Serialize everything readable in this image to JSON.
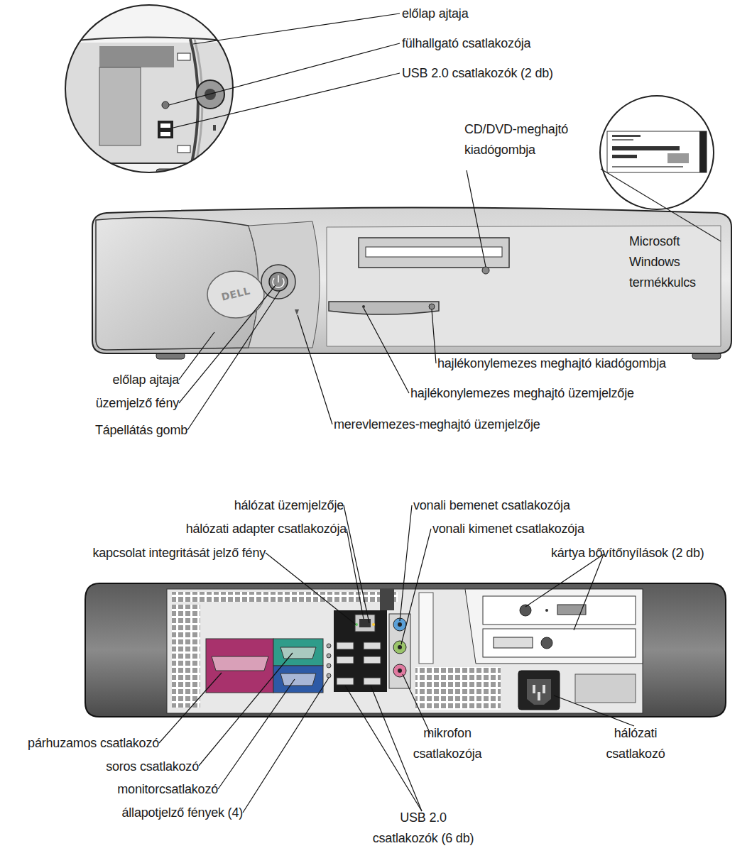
{
  "diagram": {
    "labels": [
      "előlap ajtaja",
      "fülhallgató csatlakozója",
      "USB 2.0 csatlakozók (2 db)",
      "CD/DVD-meghajtó kiadógombja",
      "Microsoft Windows termékkulcs",
      "DELL",
      "előlap ajtaja",
      "üzemjelző fény",
      "Tápellátás gomb",
      "hajlékonylemezes meghajtó kiadógombja",
      "hajlékonylemezes meghajtó üzemjelzője",
      "merevlemezes-meghajtó üzemjelzője",
      "hálózat üzemjelzője",
      "vonali bemenet csatlakozója",
      "hálózati adapter csatlakozója",
      "vonali kimenet csatlakozója",
      "kapcsolat integritását jelző fény",
      "kártya bővítőnyílások (2 db)",
      "párhuzamos csatlakozó",
      "mikrofon csatlakozója",
      "hálózati csatlakozó",
      "soros csatlakozó",
      "monitorcsatlakozó",
      "állapotjelző fények (4)",
      "USB 2.0 csatlakozók (6 db)"
    ]
  }
}
